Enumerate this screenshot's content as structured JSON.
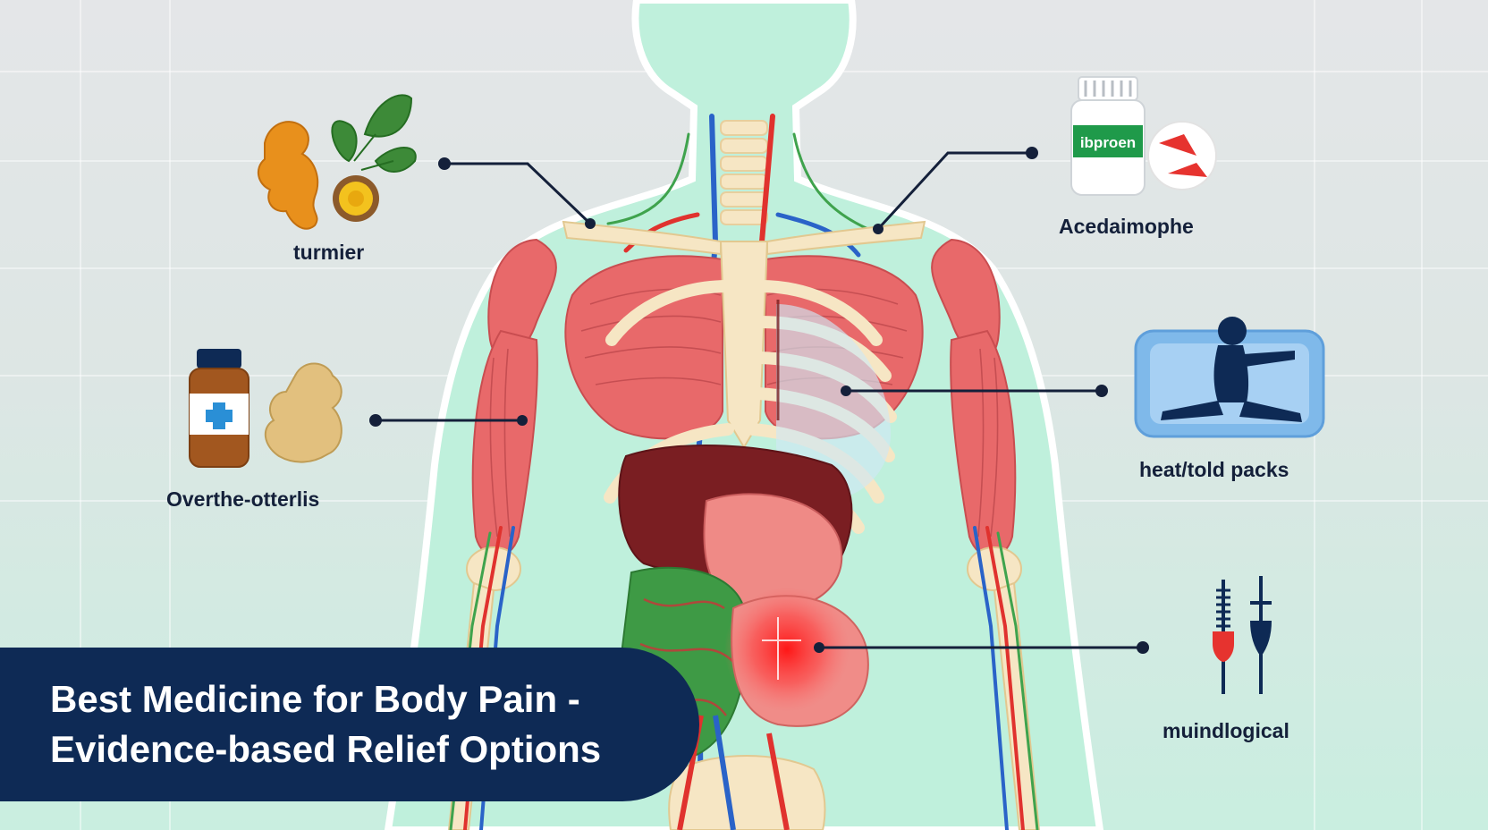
{
  "title": {
    "line1": "Best Medicine for Body Pain -",
    "line2": "Evidence-based Relief Options"
  },
  "callouts": {
    "turmeric": "turmier",
    "otc": "Overthe-otterlis",
    "acetaminophen": "Acedaimophe",
    "ibuprofen_bottle": "ibproen",
    "heat_cold": "heat/told packs",
    "neuro": "muindlogical"
  },
  "colors": {
    "navy": "#0e2a55",
    "muscle": "#e8696a",
    "bone": "#f6e6c4",
    "vein": "#2a63c8",
    "artery": "#e0322e",
    "nerve": "#3fa34d",
    "skin": "#bff0dc",
    "pack": "#7fb9ea",
    "turmeric": "#e8901c"
  },
  "icons": [
    "turmeric-root-icon",
    "leaves-icon",
    "medicine-bottle-icon",
    "ginger-root-icon",
    "ibuprofen-bottle-icon",
    "pill-icon",
    "heat-pack-icon",
    "stretching-person-icon",
    "acupuncture-needles-icon"
  ]
}
